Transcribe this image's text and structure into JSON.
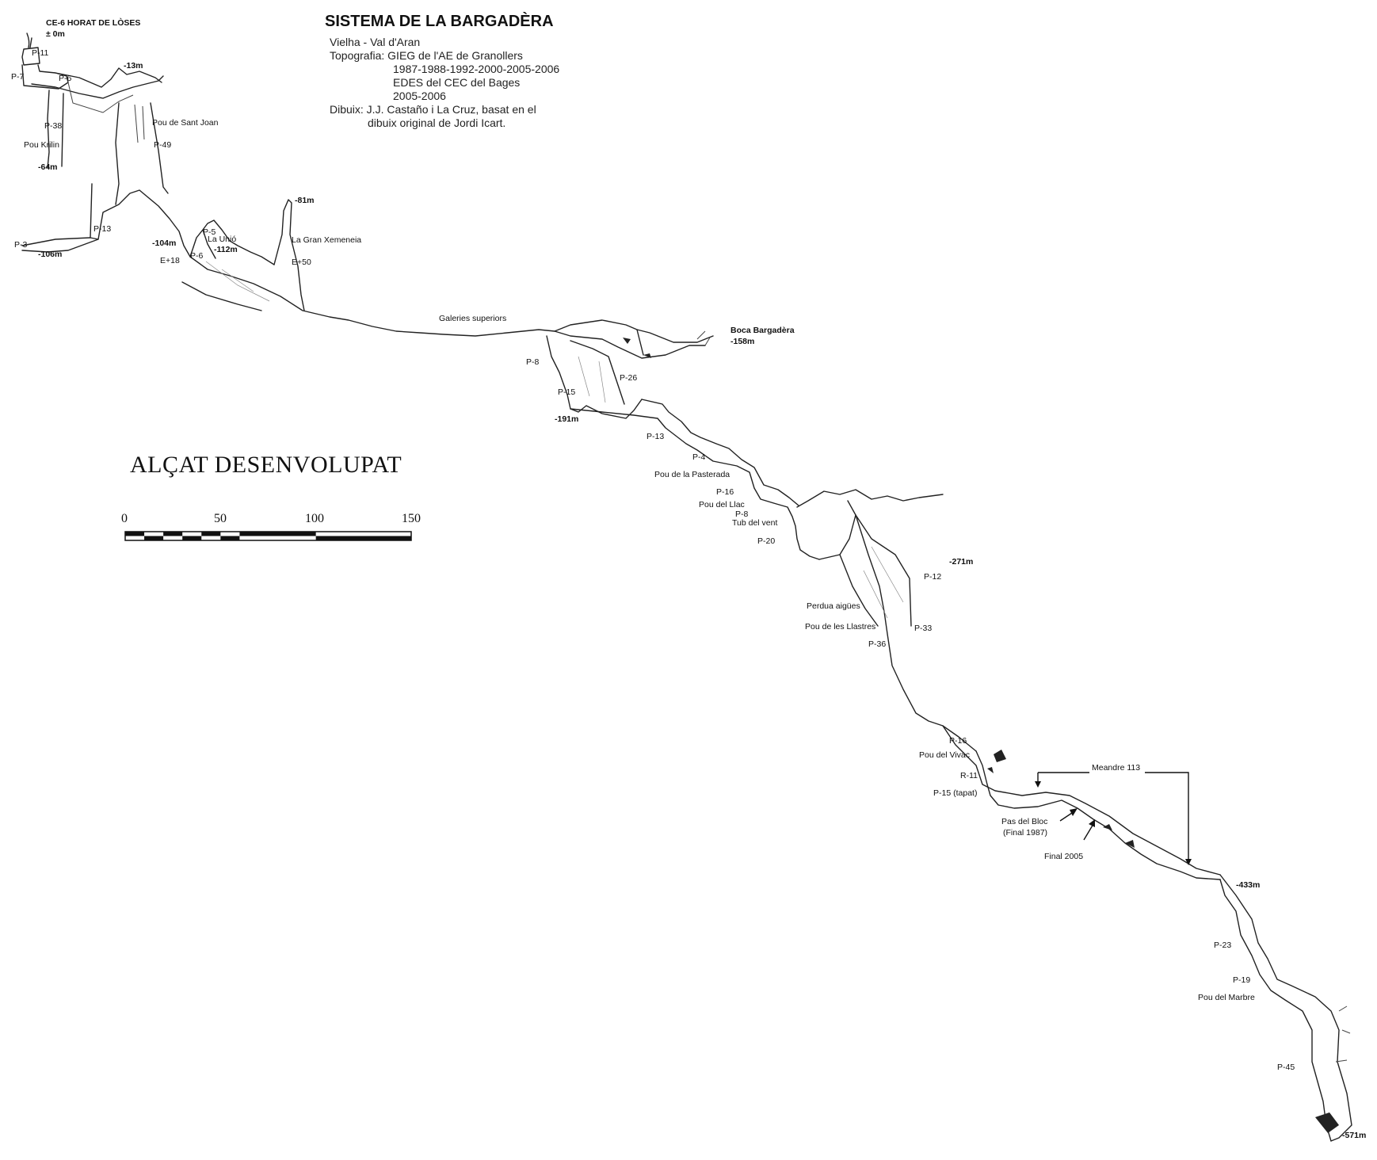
{
  "header": {
    "title": "SISTEMA DE LA BARGADÈRA",
    "info_lines": [
      "Vielha - Val d'Aran",
      "Topografia: GIEG de l'AE de Granollers",
      "1987-1988-1992-2000-2005-2006",
      "EDES del CEC del Bages",
      "2005-2006",
      "Dibuix: J.J. Castaño i La Cruz, basat en el",
      "dibuix original de Jordi Icart."
    ]
  },
  "projection_title": "ALÇAT DESENVOLUPAT",
  "scale_bar": {
    "ticks": [
      "0",
      "50",
      "100",
      "150"
    ],
    "segments": 10
  },
  "labels": [
    {
      "id": "l-entrance-name",
      "text": "CE-6  HORAT DE LÒSES",
      "bold": true
    },
    {
      "id": "l-zero",
      "text": "± 0m",
      "bold": true
    },
    {
      "id": "l-p11",
      "text": "P-11",
      "bold": false
    },
    {
      "id": "l-p7",
      "text": "P-7",
      "bold": false
    },
    {
      "id": "l-p6a",
      "text": "P-6",
      "bold": false
    },
    {
      "id": "l-13m",
      "text": "-13m",
      "bold": true
    },
    {
      "id": "l-p38",
      "text": "P-38",
      "bold": false
    },
    {
      "id": "l-pou-sant-joan",
      "text": "Pou de Sant Joan",
      "bold": false
    },
    {
      "id": "l-pou-krilin",
      "text": "Pou Krilin",
      "bold": false
    },
    {
      "id": "l-p49",
      "text": "P-49",
      "bold": false
    },
    {
      "id": "l-64m",
      "text": "-64m",
      "bold": true
    },
    {
      "id": "l-81m",
      "text": "-81m",
      "bold": true
    },
    {
      "id": "l-p13a",
      "text": "P-13",
      "bold": false
    },
    {
      "id": "l-p5",
      "text": "P-5",
      "bold": false
    },
    {
      "id": "l-la-unio",
      "text": "La Unió",
      "bold": false
    },
    {
      "id": "l-gran-xemeneia",
      "text": "La Gran Xemeneia",
      "bold": false
    },
    {
      "id": "l-p3",
      "text": "P-3",
      "bold": false
    },
    {
      "id": "l-104m",
      "text": "-104m",
      "bold": true
    },
    {
      "id": "l-112m",
      "text": "-112m",
      "bold": true
    },
    {
      "id": "l-106m",
      "text": "-106m",
      "bold": true
    },
    {
      "id": "l-e18",
      "text": "E+18",
      "bold": false
    },
    {
      "id": "l-p6b",
      "text": "P-6",
      "bold": false
    },
    {
      "id": "l-e50",
      "text": "E+50",
      "bold": false
    },
    {
      "id": "l-galeries",
      "text": "Galeries superiors",
      "bold": false
    },
    {
      "id": "l-boca",
      "text": "Boca Bargadèra",
      "bold": true
    },
    {
      "id": "l-158m",
      "text": "-158m",
      "bold": true
    },
    {
      "id": "l-p8a",
      "text": "P-8",
      "bold": false
    },
    {
      "id": "l-p26",
      "text": "P-26",
      "bold": false
    },
    {
      "id": "l-p15a",
      "text": "P-15",
      "bold": false
    },
    {
      "id": "l-191m",
      "text": "-191m",
      "bold": true
    },
    {
      "id": "l-p13b",
      "text": "P-13",
      "bold": false
    },
    {
      "id": "l-p4",
      "text": "P-4",
      "bold": false
    },
    {
      "id": "l-pou-pasterada",
      "text": "Pou de la Pasterada",
      "bold": false
    },
    {
      "id": "l-p16a",
      "text": "P-16",
      "bold": false
    },
    {
      "id": "l-pou-llac",
      "text": "Pou del Llac",
      "bold": false
    },
    {
      "id": "l-p8b",
      "text": "P-8",
      "bold": false
    },
    {
      "id": "l-tub-vent",
      "text": "Tub del vent",
      "bold": false
    },
    {
      "id": "l-p20",
      "text": "P-20",
      "bold": false
    },
    {
      "id": "l-271m",
      "text": "-271m",
      "bold": true
    },
    {
      "id": "l-p12",
      "text": "P-12",
      "bold": false
    },
    {
      "id": "l-perdua",
      "text": "Perdua aigües",
      "bold": false
    },
    {
      "id": "l-pou-llastres",
      "text": "Pou de les Llastres",
      "bold": false
    },
    {
      "id": "l-p33",
      "text": "P-33",
      "bold": false
    },
    {
      "id": "l-p36",
      "text": "P-36",
      "bold": false
    },
    {
      "id": "l-p16b",
      "text": "P-16",
      "bold": false
    },
    {
      "id": "l-pou-vivac",
      "text": "Pou del Vivac",
      "bold": false
    },
    {
      "id": "l-meandre",
      "text": "Meandre 113",
      "bold": false
    },
    {
      "id": "l-r11",
      "text": "R-11",
      "bold": false
    },
    {
      "id": "l-p15-tapat",
      "text": "P-15 (tapat)",
      "bold": false
    },
    {
      "id": "l-pas-bloc",
      "text": "Pas del Bloc",
      "bold": false
    },
    {
      "id": "l-final-1987",
      "text": "(Final 1987)",
      "bold": false
    },
    {
      "id": "l-final-2005",
      "text": "Final 2005",
      "bold": false
    },
    {
      "id": "l-433m",
      "text": "-433m",
      "bold": true
    },
    {
      "id": "l-p23",
      "text": "P-23",
      "bold": false
    },
    {
      "id": "l-p19",
      "text": "P-19",
      "bold": false
    },
    {
      "id": "l-pou-marbre",
      "text": "Pou del Marbre",
      "bold": false
    },
    {
      "id": "l-p45",
      "text": "P-45",
      "bold": false
    },
    {
      "id": "l-571m",
      "text": "-571m",
      "bold": true
    }
  ]
}
